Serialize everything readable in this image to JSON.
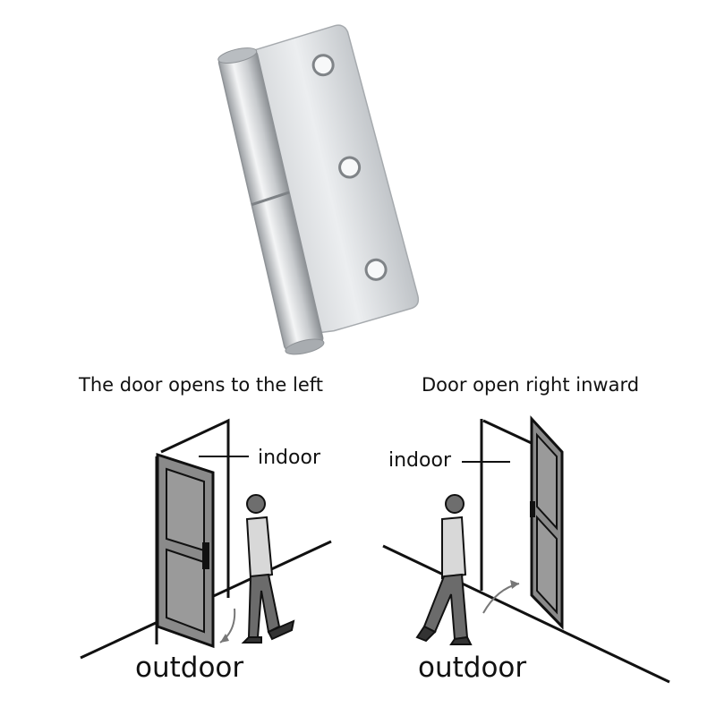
{
  "captions": {
    "left": "The door opens to the left",
    "right": "Door open right inward"
  },
  "labels": {
    "indoor_left": "indoor",
    "indoor_right": "indoor",
    "outdoor_left": "outdoor",
    "outdoor_right": "outdoor"
  },
  "colors": {
    "background": "#ffffff",
    "steel_light": "#e6e8ea",
    "steel_mid": "#c3c6ca",
    "steel_dark": "#8e9296",
    "door_gray": "#8a8a8a",
    "outline": "#111111"
  }
}
